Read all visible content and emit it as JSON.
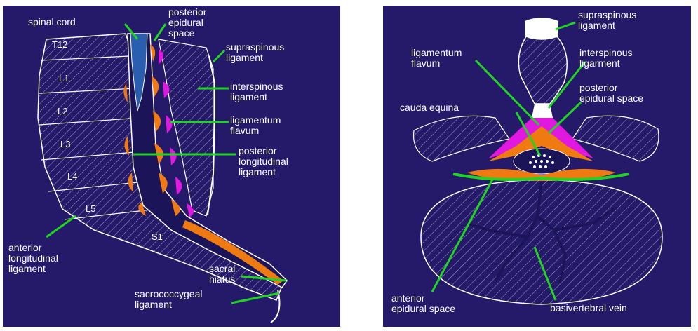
{
  "left_diagram": {
    "labels": {
      "spinal_cord": "spinal cord",
      "posterior_epidural_space": "posterior\nepidural\nspace",
      "supraspinous_ligament": "supraspinous\nligament",
      "interspinous_ligament": "interspinous\nligament",
      "ligamentum_flavum": "ligamentum\nflavum",
      "posterior_longitudinal_ligament": "posterior\nlongitudinal\nligament",
      "anterior_longitudinal_ligament": "anterior\nlongitudinal\nligament",
      "sacral_hiatus": "sacral\nhiatus",
      "sacrococcygeal_ligament": "sacrococcygeal\nligament"
    },
    "vertebrae": [
      "T12",
      "L1",
      "L2",
      "L3",
      "L4",
      "L5",
      "S1"
    ]
  },
  "right_diagram": {
    "labels": {
      "supraspinous_ligament": "supraspinous\nligament",
      "ligamentum_flavum": "ligamentum\nflavum",
      "interspinous_ligament": "interspinous\nligarment",
      "posterior_epidural_space": "posterior\nepidural space",
      "cauda_equina": "cauda equina",
      "anterior_epidural_space": "anterior\nepidural space",
      "basivertebral_vein": "basivertebral vein"
    }
  },
  "colors": {
    "background": "#251a6a",
    "pointer": "#22d422",
    "fat": "#f07a12",
    "ligament": "#e018e0",
    "cord": "#2a5fb0"
  }
}
